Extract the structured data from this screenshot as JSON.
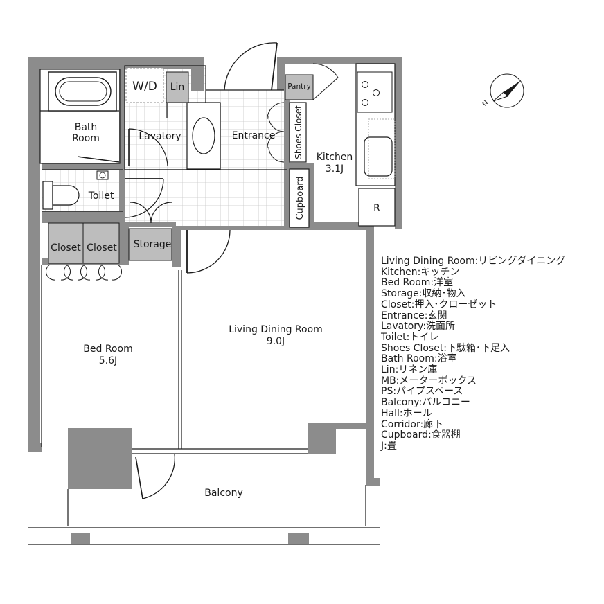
{
  "rooms": {
    "wd": "W/D",
    "lin": "Lin",
    "pantry": "Pantry",
    "bath_1": "Bath",
    "bath_2": "Room",
    "lavatory": "Lavatory",
    "entrance": "Entrance",
    "shoes_closet": "Shoes Closet",
    "kitchen": "Kitchen",
    "kitchen_size": "3.1J",
    "toilet": "Toilet",
    "cupboard": "Cupboard",
    "refrigerator": "R",
    "closet_1": "Closet",
    "closet_2": "Closet",
    "storage": "Storage",
    "living": "Living Dining Room",
    "living_size": "9.0J",
    "bedroom": "Bed Room",
    "bedroom_size": "5.6J",
    "balcony": "Balcony"
  },
  "compass": {
    "label": "N"
  },
  "legend": [
    "Living Dining Room:リビングダイニング",
    "Kitchen:キッチン",
    "Bed Room:洋室",
    "Storage:収納･物入",
    "Closet:押入･クローゼット",
    "Entrance:玄関",
    "Lavatory:洗面所",
    "Toilet:トイレ",
    "Shoes Closet:下駄箱･下足入",
    "Bath Room:浴室",
    "Lin:リネン庫",
    "MB:メーターボックス",
    "PS:パイプスペース",
    "Balcony:バルコニー",
    "Hall:ホール",
    "Corridor:廊下",
    "Cupboard:食器棚",
    "J:畳"
  ],
  "colors": {
    "wall": "#8c8c8c",
    "fixture": "#bdbdbd",
    "line": "#1a1a1a"
  }
}
